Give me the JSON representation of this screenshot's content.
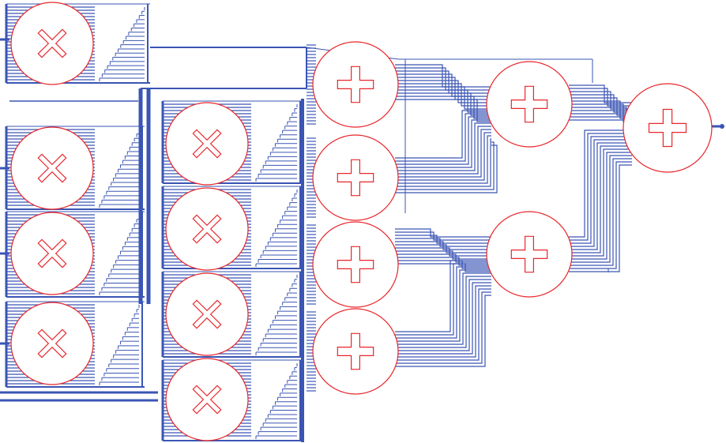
{
  "diagram": {
    "colors": {
      "background": "#ffffff",
      "wire": "#3a55b4",
      "node_outline": "#e8262b",
      "node_fill": "#ffffff"
    },
    "operators": {
      "multiply": {
        "icon": "multiply-x-icon"
      },
      "add": {
        "icon": "plus-icon"
      }
    },
    "stages": [
      {
        "name": "multiplier-stage-1",
        "operator": "multiply",
        "count": 4
      },
      {
        "name": "multiplier-stage-2",
        "operator": "multiply",
        "count": 4
      },
      {
        "name": "adder-stage-1",
        "operator": "add",
        "count": 4
      },
      {
        "name": "adder-stage-2",
        "operator": "add",
        "count": 2
      },
      {
        "name": "adder-stage-3",
        "operator": "add",
        "count": 1
      }
    ],
    "output": {
      "icon": "output-pin-icon"
    }
  }
}
